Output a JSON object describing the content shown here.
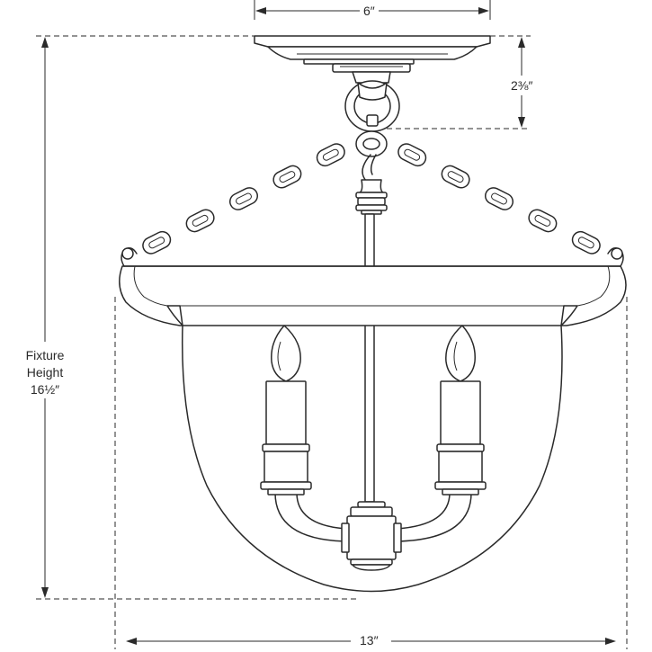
{
  "dimensions": {
    "canopy_width": "6″",
    "canopy_drop": "2⅜″",
    "fixture_height_line1": "Fixture",
    "fixture_height_line2": "Height",
    "fixture_height_value": "16½″",
    "fixture_width": "13″"
  }
}
